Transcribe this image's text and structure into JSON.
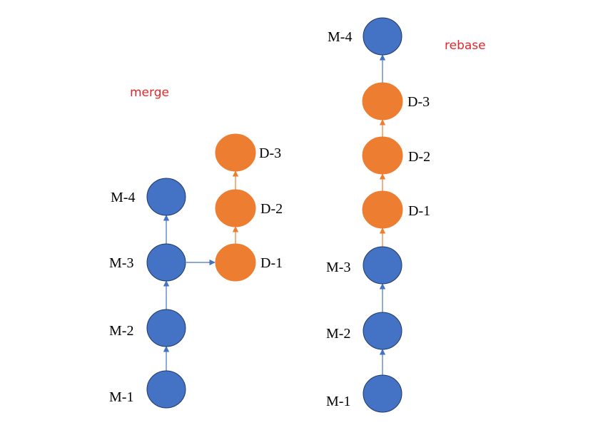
{
  "colors": {
    "main_fill": "#4472C4",
    "main_stroke": "#1F3864",
    "main_edge": "#4472C4",
    "dev_fill": "#ED7D31",
    "dev_stroke": "#ED7D31",
    "dev_edge": "#ED7D31",
    "caption": "#E8262B"
  },
  "merge": {
    "caption": "merge",
    "main_nodes": [
      {
        "id": "m1",
        "label": "M-1"
      },
      {
        "id": "m2",
        "label": "M-2"
      },
      {
        "id": "m3",
        "label": "M-3"
      },
      {
        "id": "m4",
        "label": "M-4"
      }
    ],
    "dev_nodes": [
      {
        "id": "d1",
        "label": "D-1"
      },
      {
        "id": "d2",
        "label": "D-2"
      },
      {
        "id": "d3",
        "label": "D-3"
      }
    ]
  },
  "rebase": {
    "caption": "rebase",
    "nodes": [
      {
        "id": "m1",
        "label": "M-1",
        "branch": "main"
      },
      {
        "id": "m2",
        "label": "M-2",
        "branch": "main"
      },
      {
        "id": "m3",
        "label": "M-3",
        "branch": "main"
      },
      {
        "id": "d1",
        "label": "D-1",
        "branch": "dev"
      },
      {
        "id": "d2",
        "label": "D-2",
        "branch": "dev"
      },
      {
        "id": "d3",
        "label": "D-3",
        "branch": "dev"
      },
      {
        "id": "m4",
        "label": "M-4",
        "branch": "main"
      }
    ]
  }
}
